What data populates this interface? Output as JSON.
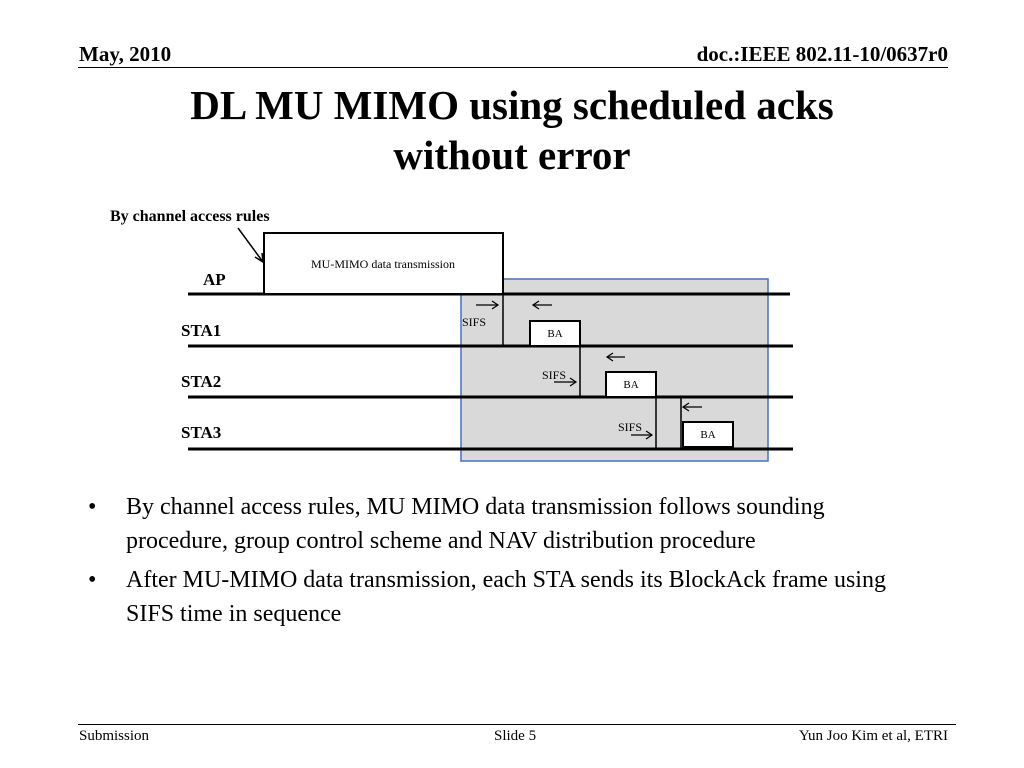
{
  "header": {
    "date": "May, 2010",
    "doc_id": "doc.:IEEE 802.11-10/0637r0"
  },
  "title": {
    "line1": "DL MU MIMO using scheduled acks",
    "line2": "without error"
  },
  "diagram": {
    "annotation": "By channel access rules",
    "data_frame_label": "MU-MIMO data transmission",
    "stations": [
      "AP",
      "STA1",
      "STA2",
      "STA3"
    ],
    "sifs_label": "SIFS",
    "ba_label": "BA",
    "highlight_color": "#d9d9d9",
    "highlight_border": "#4472c4"
  },
  "bullets": [
    "By channel access rules, MU MIMO data transmission follows sounding procedure, group control scheme and NAV distribution procedure",
    "After MU-MIMO data transmission, each STA sends its BlockAck frame using SIFS time in sequence"
  ],
  "footer": {
    "left": "Submission",
    "center": "Slide 5",
    "right": "Yun Joo Kim et al, ETRI"
  }
}
